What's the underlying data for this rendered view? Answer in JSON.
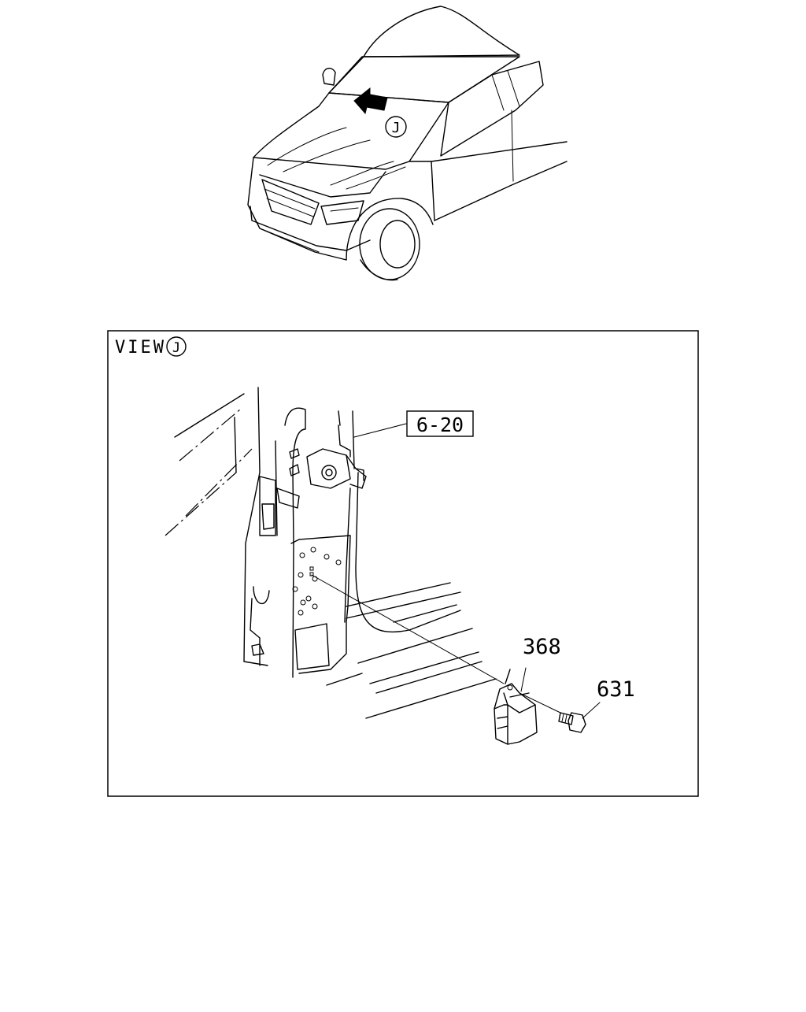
{
  "overview": {
    "view_marker": "J"
  },
  "detail_view": {
    "title_prefix": "VIEW",
    "view_marker": "J"
  },
  "callouts": {
    "ref_box": "6-20",
    "part_module": "368",
    "part_bolt": "631"
  }
}
